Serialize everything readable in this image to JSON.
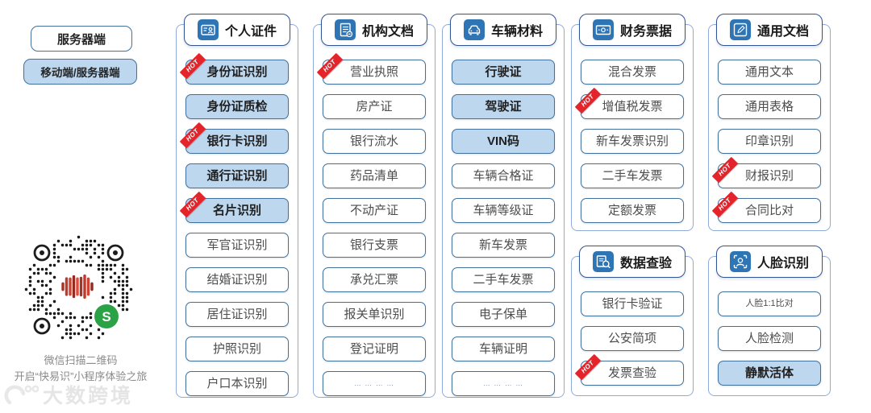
{
  "colors": {
    "accent_blue": "#2E75B6",
    "item_border_blue": "#41719C",
    "header_border_blue": "#2F5597",
    "container_border_blue": "#8EAADB",
    "highlight_light_blue": "#BDD7EE",
    "hot_red": "#E3242B",
    "qr_logo_red": "#C0392B",
    "qr_wechat_green": "#2BA245",
    "watermark_gray": "#E5E5E5"
  },
  "hot_label": "HOT",
  "left": {
    "server_label": "服务器端",
    "mobile_label": "移动端/服务器端",
    "qr_caption_line1": "微信扫描二维码",
    "qr_caption_line2": "开启“快易识”小程序体验之旅",
    "watermark_text": "大数跨境"
  },
  "sections": [
    {
      "title": "个人证件",
      "icon": "id-card-icon",
      "items": [
        {
          "label": "身份证识别",
          "hot": true,
          "highlight": true
        },
        {
          "label": "身份证质检",
          "highlight": true
        },
        {
          "label": "银行卡识别",
          "hot": true,
          "highlight": true
        },
        {
          "label": "通行证识别",
          "highlight": true
        },
        {
          "label": "名片识别",
          "hot": true,
          "highlight": true
        },
        {
          "label": "军官证识别"
        },
        {
          "label": "结婚证识别"
        },
        {
          "label": "居住证识别"
        },
        {
          "label": "护照识别"
        },
        {
          "label": "户口本识别"
        }
      ]
    },
    {
      "title": "机构文档",
      "icon": "org-document-icon",
      "items": [
        {
          "label": "营业执照",
          "hot": true
        },
        {
          "label": "房产证"
        },
        {
          "label": "银行流水"
        },
        {
          "label": "药品清单"
        },
        {
          "label": "不动产证"
        },
        {
          "label": "银行支票"
        },
        {
          "label": "承兑汇票"
        },
        {
          "label": "报关单识别"
        },
        {
          "label": "登记证明"
        },
        {
          "label": "… … … …",
          "ellipsis": true
        }
      ]
    },
    {
      "title": "车辆材料",
      "icon": "car-icon",
      "items": [
        {
          "label": "行驶证",
          "highlight": true
        },
        {
          "label": "驾驶证",
          "highlight": true
        },
        {
          "label": "VIN码",
          "highlight": true
        },
        {
          "label": "车辆合格证"
        },
        {
          "label": "车辆等级证"
        },
        {
          "label": "新车发票"
        },
        {
          "label": "二手车发票"
        },
        {
          "label": "电子保单"
        },
        {
          "label": "车辆证明"
        },
        {
          "label": "… … … …",
          "ellipsis": true
        }
      ]
    },
    {
      "title": "财务票据",
      "icon": "invoice-icon",
      "items": [
        {
          "label": "混合发票"
        },
        {
          "label": "增值税发票",
          "hot": true
        },
        {
          "label": "新车发票识别"
        },
        {
          "label": "二手车发票"
        },
        {
          "label": "定额发票"
        }
      ]
    },
    {
      "title": "通用文档",
      "icon": "pencil-document-icon",
      "items": [
        {
          "label": "通用文本"
        },
        {
          "label": "通用表格"
        },
        {
          "label": "印章识别"
        },
        {
          "label": "财报识别",
          "hot": true
        },
        {
          "label": "合同比对",
          "hot": true
        }
      ]
    },
    {
      "title": "数据查验",
      "icon": "document-magnifier-icon",
      "items": [
        {
          "label": "银行卡验证"
        },
        {
          "label": "公安简项"
        },
        {
          "label": "发票查验",
          "hot": true
        }
      ]
    },
    {
      "title": "人脸识别",
      "icon": "face-scan-icon",
      "items": [
        {
          "label": "人脸1:1比对",
          "small": true
        },
        {
          "label": "人脸检测"
        },
        {
          "label": "静默活体",
          "highlight": true
        }
      ]
    }
  ]
}
